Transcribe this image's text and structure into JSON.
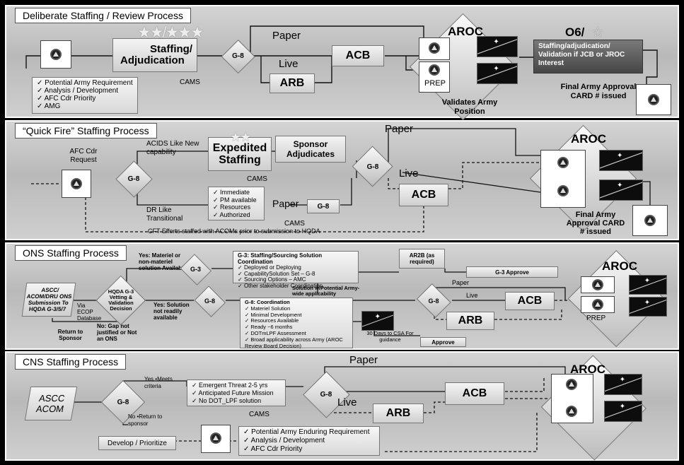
{
  "panels": {
    "deliberate": {
      "title": "Deliberate Staffing / Review Process",
      "staffing_line1": "Staffing/",
      "staffing_line2": "Adjudication",
      "cams": "CAMS",
      "g8": "G-8",
      "paper": "Paper",
      "live": "Live",
      "acb": "ACB",
      "arb": "ARB",
      "aroc": "AROC",
      "prep": "PREP",
      "validates": "Validates Army Position",
      "o6": "O6/",
      "o6_box": "Staffing/adjudication/ Validation if JCB or JROC Interest",
      "final": "Final Army Approval CARD # issued",
      "list": [
        "Potential Army Requirement",
        "Analysis / Development",
        "AFC Cdr Priority",
        "AMG"
      ]
    },
    "quickfire": {
      "title": "“Quick Fire” Staffing Process",
      "afc_request": "AFC Cdr Request",
      "g8": "G-8",
      "acids": "ACIDS Like New capability",
      "dr_like": "DR Like Transitional",
      "expedited": "Expedited Staffing",
      "cams": "CAMS",
      "cams2": "CAMS",
      "sponsor": "Sponsor Adjudicates",
      "list": [
        "Immediate",
        "PM available",
        "Resources",
        "Authorized"
      ],
      "paper": "Paper",
      "paper_top": "Paper",
      "g8_small": "G-8",
      "g8_main": "G-8",
      "live": "Live",
      "acb": "ACB",
      "aroc": "AROC",
      "final": "Final Army Approval CARD # issued",
      "cft": "CFT Efforts staffed with ACOMs prior to submission to HQDA"
    },
    "ons": {
      "title": "ONS Staffing Process",
      "ascc": "ASCC/ ACOM/DRU ONS Submission To HQDA G-3/5/7",
      "via": "Via ECOP Database",
      "return": "Return to Sponsor",
      "hqda": "HQDA G-3 Vetting & Validation Decision",
      "yes_materiel": "Yes: Materiel or non-materiel solution Available",
      "yes_solution": "Yes: Solution not readily available",
      "no_gap": "No: Gap not justified or Not an ONS",
      "g3": "G-3",
      "g8": "G-8",
      "g3_title": "G-3: Staffing/Sourcing Solution Coordination",
      "g3_list": [
        "Deployed or Deploying",
        "CapabilitySolution Set – G-8",
        "Sourcing Options – AMC",
        "Other stakeholder Coordination"
      ],
      "ar2b": "AR2B (as required)",
      "g3_approve": "G-3 Approve",
      "solution_w": "Solution w/Potential Army-wide applicability",
      "g8_title": "G-8: Coordination",
      "g8_list": [
        "Materiel Solution",
        "Minimal Development",
        "Resources Available",
        "Ready ~6 months",
        "DOTmLPF Assessment",
        "Broad applicability across Army (AROC Review Board Decision)"
      ],
      "days30": "30 Days to CSA For guidance",
      "approve": "Approve",
      "g8_diamond": "G-8",
      "paper": "Paper",
      "live": "Live",
      "acb": "ACB",
      "arb": "ARB",
      "aroc": "AROC",
      "prep": "PREP"
    },
    "cns": {
      "title": "CNS Staffing Process",
      "ascc": "ASCC ACOM",
      "g8": "G-8",
      "yes": "Yes •Meets criteria",
      "no": "No •Return to sponsor",
      "list": [
        "Emergent Threat 2-5 yrs",
        "Anticipated Future Mission",
        "No DOT_LPF solution"
      ],
      "cams": "CAMS",
      "g8_2": "G-8",
      "paper": "Paper",
      "live": "Live",
      "arb": "ARB",
      "acb": "ACB",
      "aroc": "AROC",
      "develop": "Develop / Prioritize",
      "list2": [
        "Potential Army Enduring Requirement",
        "Analysis / Development",
        "AFC Cdr Priority"
      ]
    }
  }
}
